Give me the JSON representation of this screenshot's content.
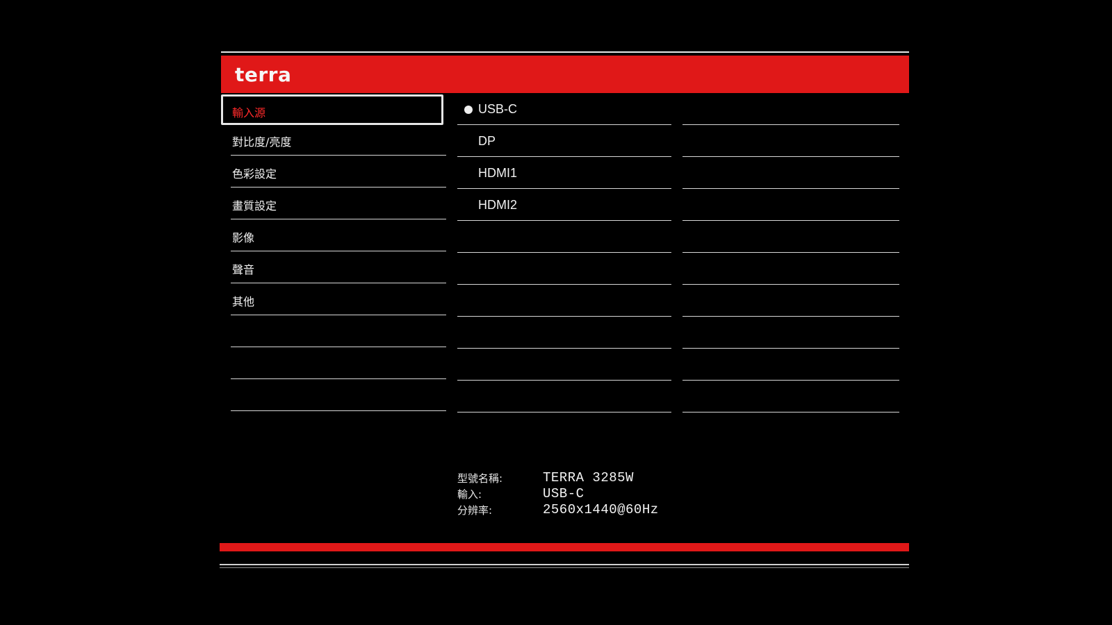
{
  "brand": "terra",
  "colors": {
    "accent": "#e01818",
    "selected_text": "#ff2a2a",
    "background": "#000000",
    "text": "#f2f2f2"
  },
  "menu": {
    "items": [
      {
        "label": "輸入源",
        "selected": true
      },
      {
        "label": "對比度/亮度",
        "selected": false
      },
      {
        "label": "色彩設定",
        "selected": false
      },
      {
        "label": "畫質設定",
        "selected": false
      },
      {
        "label": "影像",
        "selected": false
      },
      {
        "label": "聲音",
        "selected": false
      },
      {
        "label": "其他",
        "selected": false
      }
    ]
  },
  "input_options": [
    {
      "label": "USB-C",
      "active": true
    },
    {
      "label": "DP",
      "active": false
    },
    {
      "label": "HDMI1",
      "active": false
    },
    {
      "label": "HDMI2",
      "active": false
    }
  ],
  "info": {
    "model_label": "型號名稱:",
    "model_value": "TERRA 3285W",
    "input_label": "輸入:",
    "input_value": "USB-C",
    "resolution_label": "分辨率:",
    "resolution_value": "2560x1440@60Hz"
  }
}
